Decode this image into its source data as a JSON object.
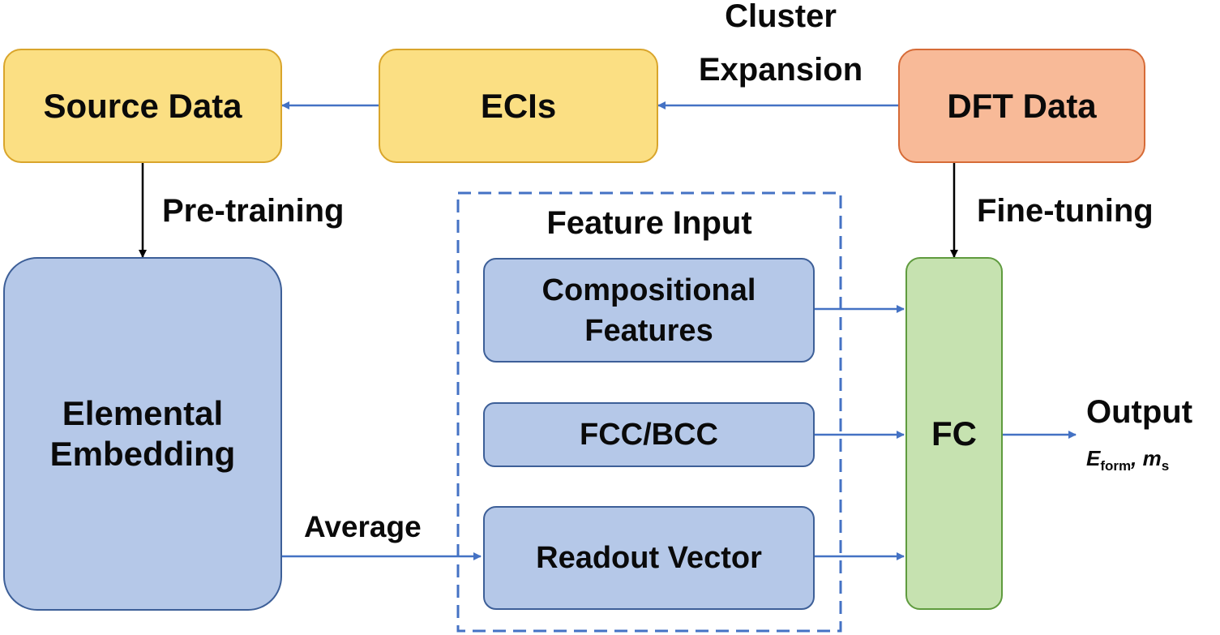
{
  "boxes": {
    "source_data": "Source Data",
    "ecis": "ECIs",
    "dft_data": "DFT Data",
    "elemental_embedding": [
      "Elemental",
      "Embedding"
    ],
    "compositional_features": [
      "Compositional",
      "Features"
    ],
    "fcc_bcc": "FCC/BCC",
    "readout_vector": "Readout Vector",
    "fc": "FC"
  },
  "labels": {
    "cluster_expansion": [
      "Cluster",
      "Expansion"
    ],
    "pre_training": "Pre-training",
    "fine_tuning": "Fine-tuning",
    "feature_input": "Feature Input",
    "average": "Average",
    "output": "Output",
    "output_e": "E",
    "output_e_sub": "form",
    "output_m": "m",
    "output_m_sub": "s"
  },
  "colors": {
    "arrow_blue": "#4472c4",
    "arrow_black": "#000000",
    "dashed_border": "#4472c4"
  }
}
